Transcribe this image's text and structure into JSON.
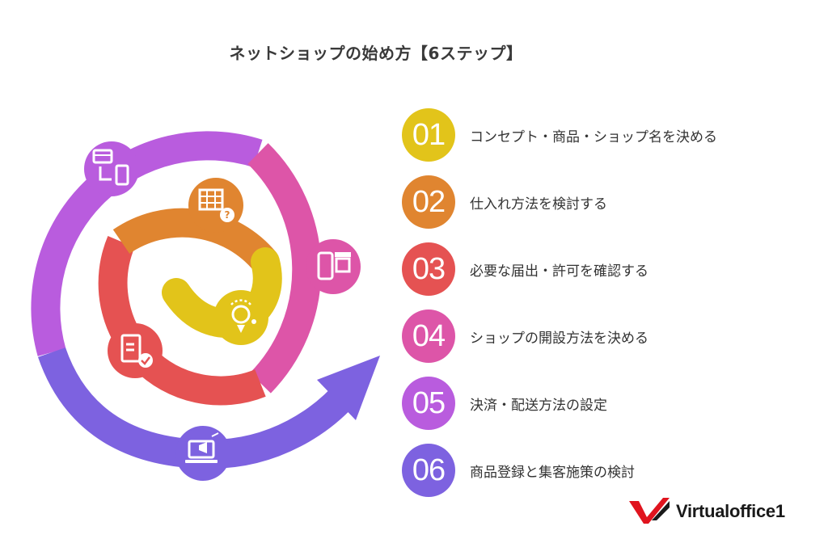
{
  "title": "ネットショップの始め方【6ステップ】",
  "steps": [
    {
      "number": "01",
      "label": "コンセプト・商品・ショップ名を決める",
      "color": "#E2C41A",
      "icon": "lightbulb-icon"
    },
    {
      "number": "02",
      "label": "仕入れ方法を検討する",
      "color": "#E08530",
      "icon": "spreadsheet-question-icon"
    },
    {
      "number": "03",
      "label": "必要な届出・許可を確認する",
      "color": "#E55252",
      "icon": "clipboard-check-icon"
    },
    {
      "number": "04",
      "label": "ショップの開設方法を決める",
      "color": "#DD55A8",
      "icon": "mobile-shop-icon"
    },
    {
      "number": "05",
      "label": "決済・配送方法の設定",
      "color": "#B95CDE",
      "icon": "card-to-phone-icon"
    },
    {
      "number": "06",
      "label": "商品登録と集客施策の検討",
      "color": "#7D62E0",
      "icon": "laptop-megaphone-icon"
    }
  ],
  "brand": {
    "name": "Virtualoffice1",
    "accent": "#E0141E"
  }
}
